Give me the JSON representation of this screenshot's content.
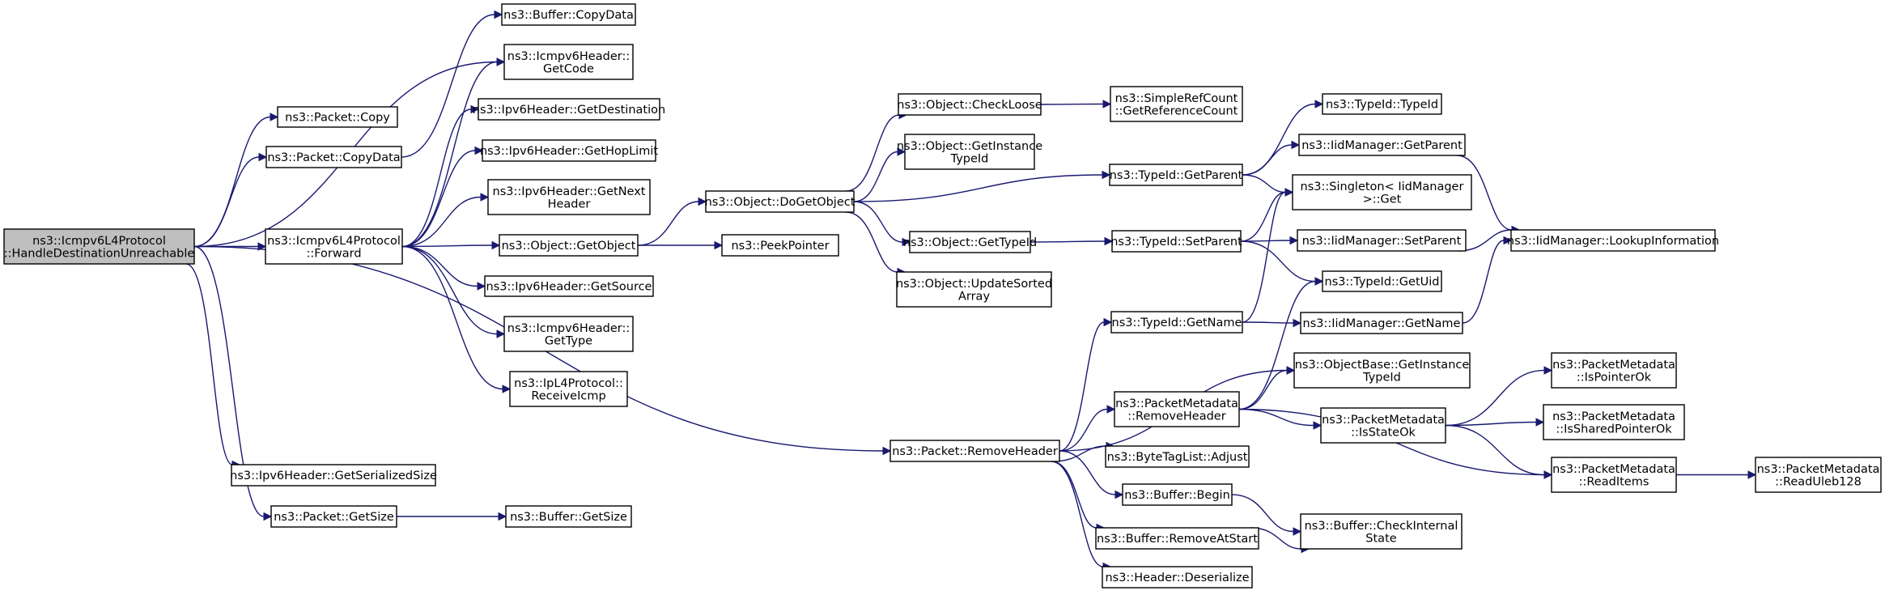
{
  "colors": {
    "edge": "#191970",
    "root_fill": "#bfbfbf",
    "node_fill": "#ffffff",
    "border": "#000000"
  },
  "nodes": [
    {
      "id": "root",
      "lines": [
        "ns3::Icmpv6L4Protocol",
        "::HandleDestinationUnreachable"
      ]
    },
    {
      "id": "packet-copy",
      "lines": [
        "ns3::Packet::Copy"
      ]
    },
    {
      "id": "packet-copydata",
      "lines": [
        "ns3::Packet::CopyData"
      ]
    },
    {
      "id": "buffer-copydata",
      "lines": [
        "ns3::Buffer::CopyData"
      ]
    },
    {
      "id": "icmpv6header-getcode",
      "lines": [
        "ns3::Icmpv6Header::",
        "GetCode"
      ]
    },
    {
      "id": "icmpv6l4-forward",
      "lines": [
        "ns3::Icmpv6L4Protocol",
        "::Forward"
      ]
    },
    {
      "id": "ipv6header-getdestination",
      "lines": [
        "ns3::Ipv6Header::GetDestination"
      ]
    },
    {
      "id": "ipv6header-gethoplimit",
      "lines": [
        "ns3::Ipv6Header::GetHopLimit"
      ]
    },
    {
      "id": "ipv6header-getnextheader",
      "lines": [
        "ns3::Ipv6Header::GetNext",
        "Header"
      ]
    },
    {
      "id": "object-getobject",
      "lines": [
        "ns3::Object::GetObject"
      ]
    },
    {
      "id": "ipv6header-getsource",
      "lines": [
        "ns3::Ipv6Header::GetSource"
      ]
    },
    {
      "id": "icmpv6header-gettype",
      "lines": [
        "ns3::Icmpv6Header::",
        "GetType"
      ]
    },
    {
      "id": "ipl4protocol-receiveicmp",
      "lines": [
        "ns3::IpL4Protocol::",
        "ReceiveIcmp"
      ]
    },
    {
      "id": "ipv6header-getserializedsize",
      "lines": [
        "ns3::Ipv6Header::GetSerializedSize"
      ]
    },
    {
      "id": "packet-getsize",
      "lines": [
        "ns3::Packet::GetSize"
      ]
    },
    {
      "id": "buffer-getsize",
      "lines": [
        "ns3::Buffer::GetSize"
      ]
    },
    {
      "id": "object-dogetobject",
      "lines": [
        "ns3::Object::DoGetObject"
      ]
    },
    {
      "id": "peekpointer",
      "lines": [
        "ns3::PeekPointer"
      ]
    },
    {
      "id": "object-checkloose",
      "lines": [
        "ns3::Object::CheckLoose"
      ]
    },
    {
      "id": "object-getinstancetypeid",
      "lines": [
        "ns3::Object::GetInstance",
        "TypeId"
      ]
    },
    {
      "id": "object-gettypeid",
      "lines": [
        "ns3::Object::GetTypeId"
      ]
    },
    {
      "id": "object-updatesortedarray",
      "lines": [
        "ns3::Object::UpdateSorted",
        "Array"
      ]
    },
    {
      "id": "simplerefcount-getreferencecount",
      "lines": [
        "ns3::SimpleRefCount",
        "::GetReferenceCount"
      ]
    },
    {
      "id": "typeid-getparent",
      "lines": [
        "ns3::TypeId::GetParent"
      ]
    },
    {
      "id": "typeid-setparent",
      "lines": [
        "ns3::TypeId::SetParent"
      ]
    },
    {
      "id": "typeid-typeid",
      "lines": [
        "ns3::TypeId::TypeId"
      ]
    },
    {
      "id": "iidmanager-getparent",
      "lines": [
        "ns3::IidManager::GetParent"
      ]
    },
    {
      "id": "singleton-get",
      "lines": [
        "ns3::Singleton< IidManager",
        " >::Get"
      ]
    },
    {
      "id": "iidmanager-setparent",
      "lines": [
        "ns3::IidManager::SetParent"
      ]
    },
    {
      "id": "iidmanager-lookupinformation",
      "lines": [
        "ns3::IidManager::LookupInformation"
      ]
    },
    {
      "id": "typeid-getuid",
      "lines": [
        "ns3::TypeId::GetUid"
      ]
    },
    {
      "id": "typeid-getname",
      "lines": [
        "ns3::TypeId::GetName"
      ]
    },
    {
      "id": "iidmanager-getname",
      "lines": [
        "ns3::IidManager::GetName"
      ]
    },
    {
      "id": "packet-removeheader",
      "lines": [
        "ns3::Packet::RemoveHeader"
      ]
    },
    {
      "id": "objectbase-getinstancetypeid",
      "lines": [
        "ns3::ObjectBase::GetInstance",
        "TypeId"
      ]
    },
    {
      "id": "packetmetadata-removeheader",
      "lines": [
        "ns3::PacketMetadata",
        "::RemoveHeader"
      ]
    },
    {
      "id": "packetmetadata-isstateok",
      "lines": [
        "ns3::PacketMetadata",
        "::IsStateOk"
      ]
    },
    {
      "id": "packetmetadata-ispointerok",
      "lines": [
        "ns3::PacketMetadata",
        "::IsPointerOk"
      ]
    },
    {
      "id": "packetmetadata-issharedpointerok",
      "lines": [
        "ns3::PacketMetadata",
        "::IsSharedPointerOk"
      ]
    },
    {
      "id": "packetmetadata-readitems",
      "lines": [
        "ns3::PacketMetadata",
        "::ReadItems"
      ]
    },
    {
      "id": "packetmetadata-readuleb128",
      "lines": [
        "ns3::PacketMetadata",
        "::ReadUleb128"
      ]
    },
    {
      "id": "bytetaglist-adjust",
      "lines": [
        "ns3::ByteTagList::Adjust"
      ]
    },
    {
      "id": "buffer-begin",
      "lines": [
        "ns3::Buffer::Begin"
      ]
    },
    {
      "id": "buffer-removeatstart",
      "lines": [
        "ns3::Buffer::RemoveAtStart"
      ]
    },
    {
      "id": "buffer-checkinternalstate",
      "lines": [
        "ns3::Buffer::CheckInternal",
        "State"
      ]
    },
    {
      "id": "header-deserialize",
      "lines": [
        "ns3::Header::Deserialize"
      ]
    }
  ],
  "edges": [
    [
      "root",
      "packet-copy"
    ],
    [
      "root",
      "packet-copydata"
    ],
    [
      "root",
      "icmpv6header-getcode"
    ],
    [
      "root",
      "icmpv6l4-forward"
    ],
    [
      "root",
      "ipv6header-getserializedsize"
    ],
    [
      "root",
      "packet-getsize"
    ],
    [
      "root",
      "packet-removeheader"
    ],
    [
      "packet-copydata",
      "buffer-copydata"
    ],
    [
      "icmpv6l4-forward",
      "icmpv6header-getcode"
    ],
    [
      "icmpv6l4-forward",
      "ipv6header-getdestination"
    ],
    [
      "icmpv6l4-forward",
      "ipv6header-gethoplimit"
    ],
    [
      "icmpv6l4-forward",
      "ipv6header-getnextheader"
    ],
    [
      "icmpv6l4-forward",
      "object-getobject"
    ],
    [
      "icmpv6l4-forward",
      "ipv6header-getsource"
    ],
    [
      "icmpv6l4-forward",
      "icmpv6header-gettype"
    ],
    [
      "icmpv6l4-forward",
      "ipl4protocol-receiveicmp"
    ],
    [
      "packet-getsize",
      "buffer-getsize"
    ],
    [
      "object-getobject",
      "object-dogetobject"
    ],
    [
      "object-getobject",
      "peekpointer"
    ],
    [
      "object-dogetobject",
      "object-checkloose"
    ],
    [
      "object-dogetobject",
      "object-getinstancetypeid"
    ],
    [
      "object-dogetobject",
      "typeid-getparent"
    ],
    [
      "object-dogetobject",
      "object-gettypeid"
    ],
    [
      "object-dogetobject",
      "object-updatesortedarray"
    ],
    [
      "object-checkloose",
      "simplerefcount-getreferencecount"
    ],
    [
      "object-gettypeid",
      "typeid-setparent"
    ],
    [
      "typeid-getparent",
      "typeid-typeid"
    ],
    [
      "typeid-getparent",
      "iidmanager-getparent"
    ],
    [
      "typeid-getparent",
      "singleton-get"
    ],
    [
      "typeid-setparent",
      "singleton-get"
    ],
    [
      "typeid-setparent",
      "iidmanager-setparent"
    ],
    [
      "typeid-setparent",
      "typeid-getuid"
    ],
    [
      "iidmanager-getparent",
      "iidmanager-lookupinformation"
    ],
    [
      "iidmanager-setparent",
      "iidmanager-lookupinformation"
    ],
    [
      "iidmanager-getname",
      "iidmanager-lookupinformation"
    ],
    [
      "typeid-getname",
      "singleton-get"
    ],
    [
      "typeid-getname",
      "iidmanager-getname"
    ],
    [
      "packet-removeheader",
      "typeid-getname"
    ],
    [
      "packet-removeheader",
      "objectbase-getinstancetypeid"
    ],
    [
      "packet-removeheader",
      "packetmetadata-removeheader"
    ],
    [
      "packet-removeheader",
      "bytetaglist-adjust"
    ],
    [
      "packet-removeheader",
      "buffer-begin"
    ],
    [
      "packet-removeheader",
      "buffer-removeatstart"
    ],
    [
      "packet-removeheader",
      "header-deserialize"
    ],
    [
      "packetmetadata-removeheader",
      "typeid-getuid"
    ],
    [
      "packetmetadata-removeheader",
      "objectbase-getinstancetypeid"
    ],
    [
      "packetmetadata-removeheader",
      "packetmetadata-isstateok"
    ],
    [
      "packetmetadata-removeheader",
      "packetmetadata-readitems"
    ],
    [
      "packetmetadata-isstateok",
      "packetmetadata-ispointerok"
    ],
    [
      "packetmetadata-isstateok",
      "packetmetadata-issharedpointerok"
    ],
    [
      "packetmetadata-isstateok",
      "packetmetadata-readitems"
    ],
    [
      "packetmetadata-readitems",
      "packetmetadata-readuleb128"
    ],
    [
      "buffer-begin",
      "buffer-checkinternalstate"
    ],
    [
      "buffer-removeatstart",
      "buffer-checkinternalstate"
    ]
  ]
}
